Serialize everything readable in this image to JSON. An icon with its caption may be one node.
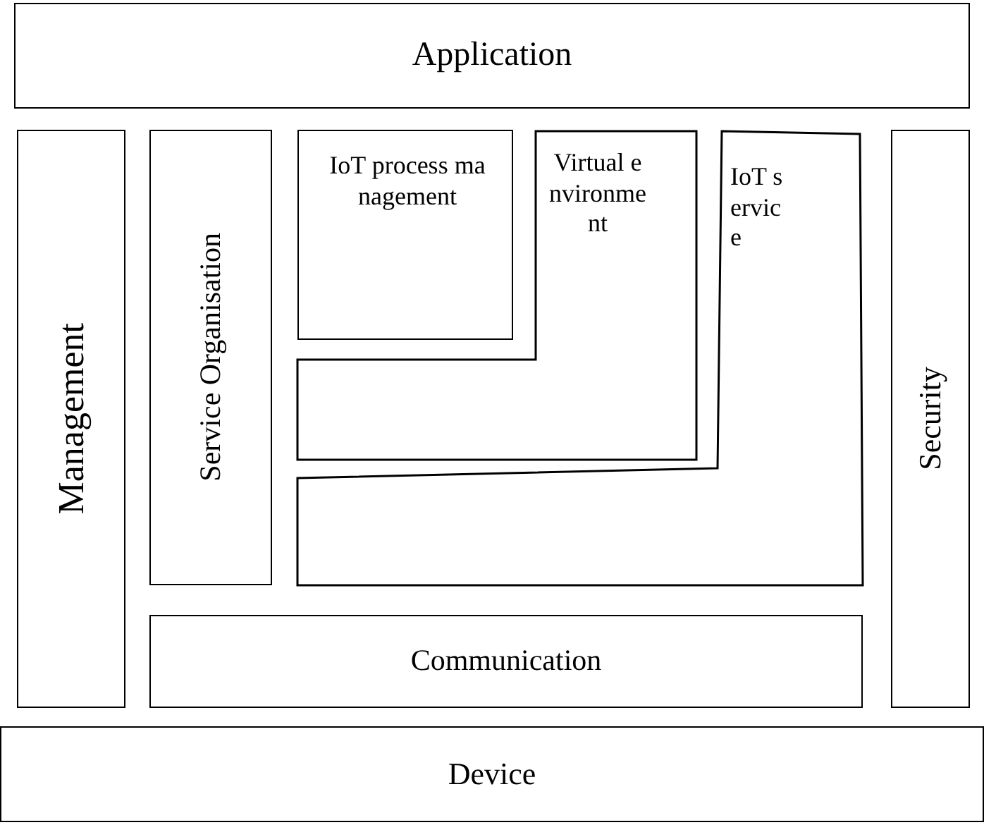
{
  "diagram": {
    "nodes": [
      {
        "text": [
          "Application"
        ]
      },
      {
        "text": [
          "Management"
        ]
      },
      {
        "text": [
          "Service Organisation"
        ]
      },
      {
        "text": [
          "IoT process management"
        ]
      },
      {
        "text": [
          "Virtual environment"
        ]
      },
      {
        "text": [
          "IoT service"
        ]
      },
      {
        "text": [
          "Communication"
        ]
      },
      {
        "text": [
          "Security"
        ]
      },
      {
        "text": [
          "Device"
        ]
      }
    ],
    "edges": []
  }
}
